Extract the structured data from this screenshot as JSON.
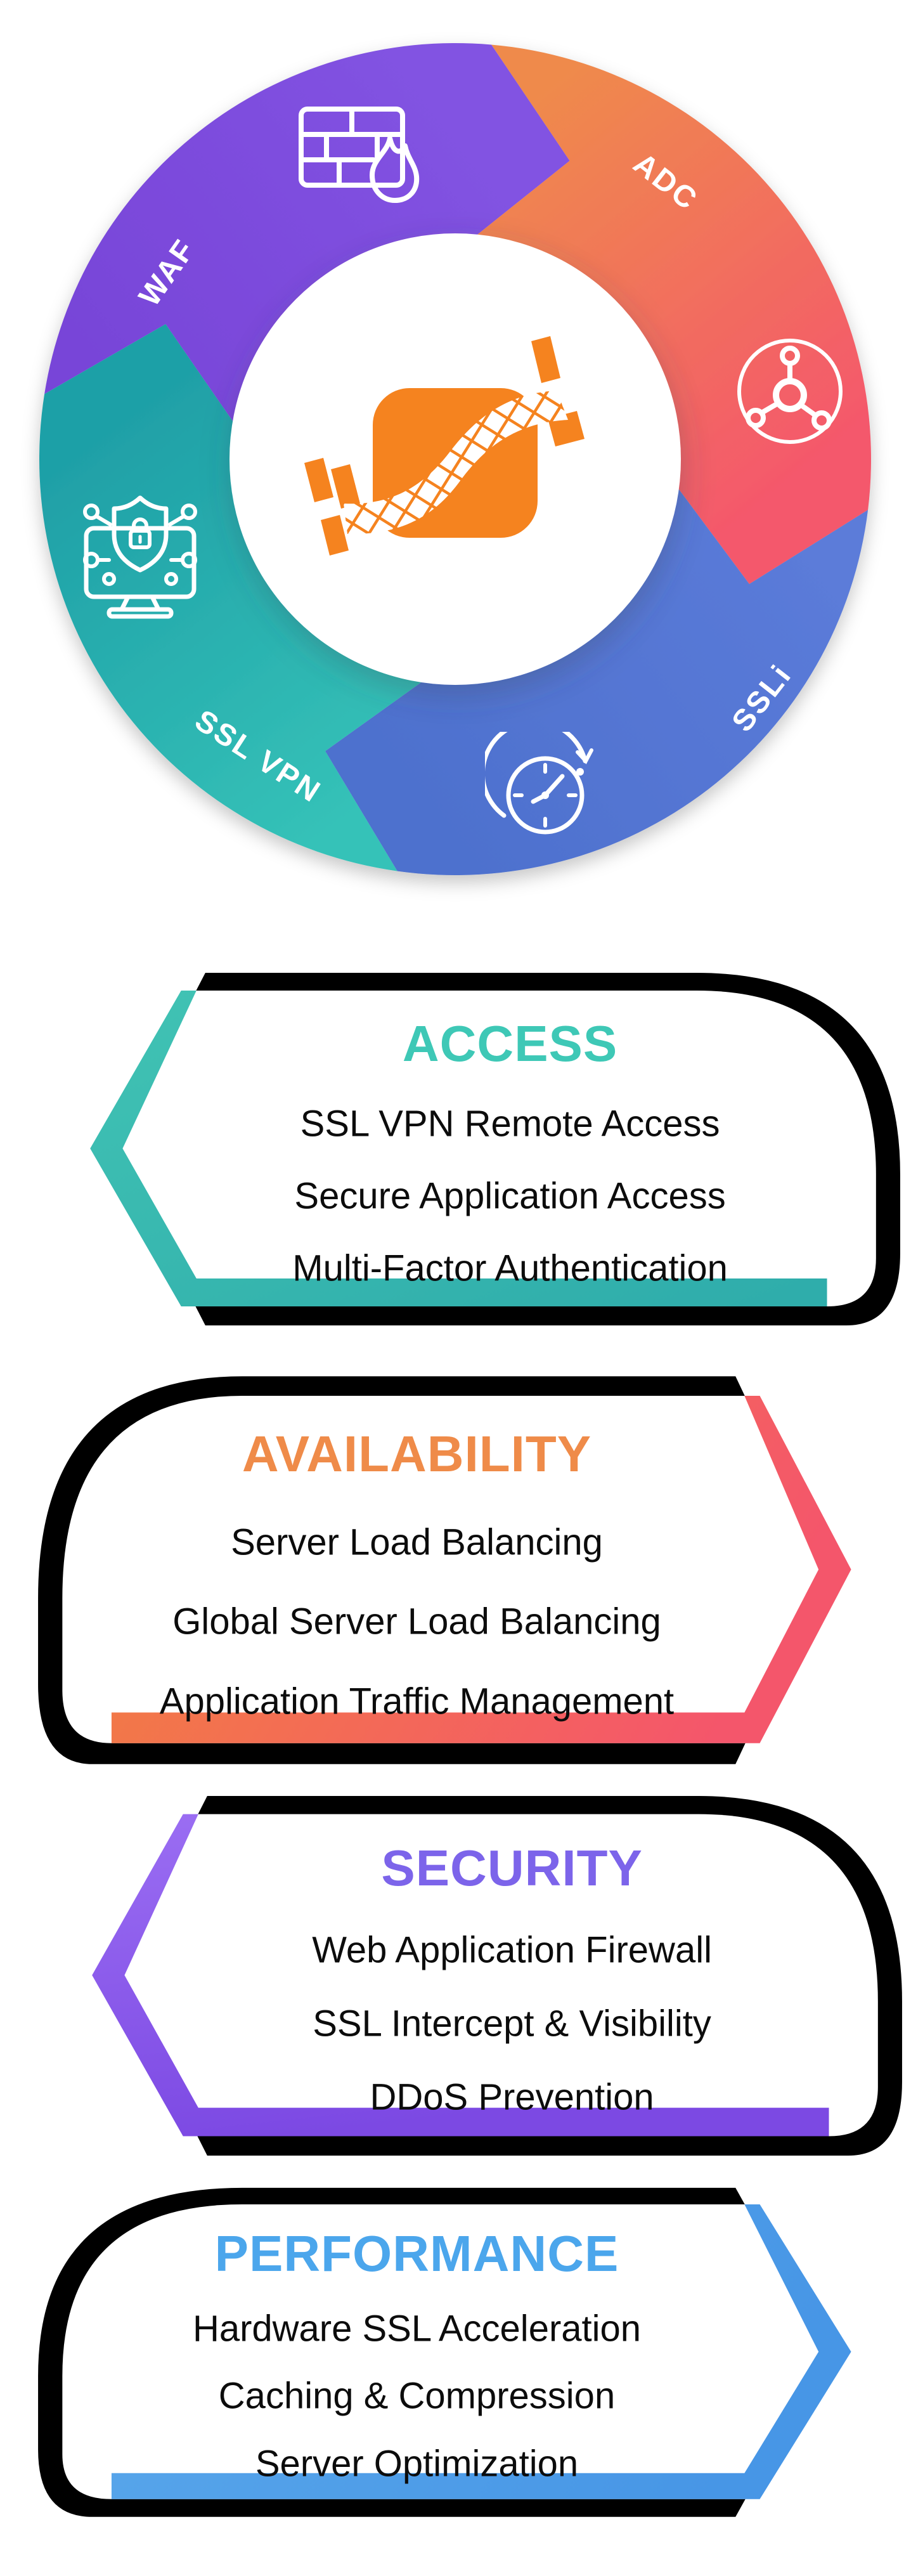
{
  "ring": {
    "logo": {
      "name": "array-networks-logo",
      "color": "#F5831F"
    },
    "segments": [
      {
        "id": "waf",
        "label": "WAF",
        "icon": "firewall-icon",
        "color_start": "#7845D8",
        "color_end": "#8253E2"
      },
      {
        "id": "adc",
        "label": "ADC",
        "icon": "network-hub-icon",
        "color_start": "#EF8A4C",
        "color_end": "#F4586C"
      },
      {
        "id": "ssli",
        "label": "SSLi",
        "icon": "clock-uptime-icon",
        "color_start": "#5B7BD9",
        "color_end": "#4E71CE"
      },
      {
        "id": "sslvpn",
        "label": "SSL VPN",
        "icon": "secure-monitor-icon",
        "color_start": "#35C2B8",
        "color_end": "#1FA0A7"
      }
    ]
  },
  "banners": [
    {
      "id": "access",
      "direction": "left",
      "title": "ACCESS",
      "title_color": "#3EC8B6",
      "band_from": "#41C3B4",
      "band_to": "#2FADAB",
      "items": [
        "SSL VPN Remote Access",
        "Secure Application Access",
        "Multi-Factor Authentication"
      ]
    },
    {
      "id": "availability",
      "direction": "right",
      "title": "AVAILABILITY",
      "title_color": "#EF8B49",
      "band_from": "#F2813F",
      "band_to": "#F4566B",
      "items": [
        "Server Load Balancing",
        "Global Server Load Balancing",
        "Application Traffic Management"
      ]
    },
    {
      "id": "security",
      "direction": "left",
      "title": "SECURITY",
      "title_color": "#7C64EA",
      "band_from": "#9B6EF3",
      "band_to": "#7C49E3",
      "items": [
        "Web Application Firewall",
        "SSL Intercept & Visibility",
        "DDoS Prevention"
      ]
    },
    {
      "id": "performance",
      "direction": "right",
      "title": "PERFORMANCE",
      "title_color": "#4BA6EC",
      "band_from": "#5AA8EB",
      "band_to": "#4796E6",
      "items": [
        "Hardware SSL Acceleration",
        "Caching & Compression",
        "Server Optimization"
      ]
    }
  ]
}
